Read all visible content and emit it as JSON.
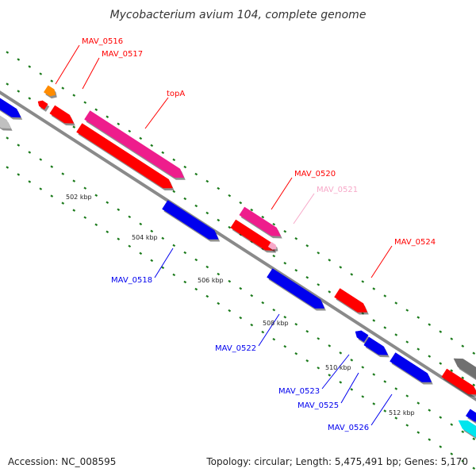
{
  "title": "Mycobacterium avium 104, complete genome",
  "footer": {
    "accession": "Accession: NC_008595",
    "summary": "Topology: circular; Length: 5,475,491 bp; Genes: 5,170"
  },
  "colors": {
    "backbone": "#8a8a8a",
    "tick_dots": "#1a7a1a",
    "red": "#ff0000",
    "pink": "#ee1d8c",
    "light_pink": "#f7a8c8",
    "blue": "#0000ee",
    "orange": "#ff8c00",
    "gray": "#c0c0c0",
    "dark_gray": "#707070",
    "cyan": "#00e5ee"
  },
  "ticks": [
    "502 kbp",
    "504 kbp",
    "506 kbp",
    "508 kbp",
    "510 kbp",
    "512 kbp"
  ],
  "gene_labels": {
    "red": [
      "MAV_0516",
      "MAV_0517",
      "topA",
      "MAV_0520",
      "MAV_0524"
    ],
    "light_pink": [
      "MAV_0521"
    ],
    "blue": [
      "MAV_0518",
      "MAV_0522",
      "MAV_0523",
      "MAV_0525",
      "MAV_0526"
    ]
  }
}
